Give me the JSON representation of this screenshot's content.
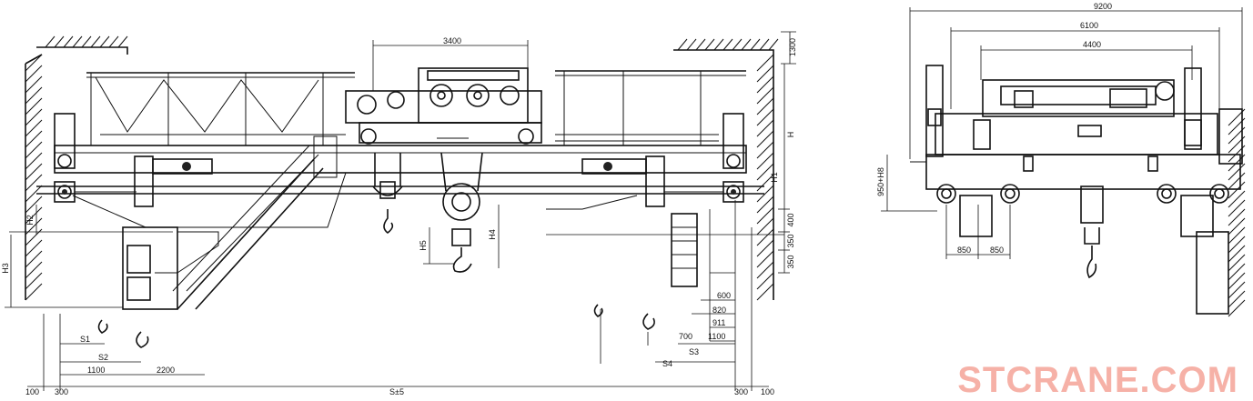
{
  "front_view": {
    "top": [
      "3400",
      "1300"
    ],
    "right": [
      "H",
      "H1",
      "400",
      "350",
      "350"
    ],
    "left": [
      "H2",
      "H3"
    ],
    "middle": [
      "H5",
      "H4"
    ],
    "bottom_left": [
      "S1",
      "S2",
      "1100",
      "2200"
    ],
    "bottom_right": [
      "600",
      "820",
      "911",
      "700",
      "1100",
      "S3",
      "S4"
    ],
    "span_row": [
      "100",
      "300",
      "S±5",
      "300",
      "100"
    ]
  },
  "side_view": {
    "top": [
      "9200",
      "6100",
      "4400"
    ],
    "left": [
      "950+H8"
    ],
    "bottom": [
      "850",
      "850"
    ]
  },
  "watermark": "STCRANE.COM"
}
